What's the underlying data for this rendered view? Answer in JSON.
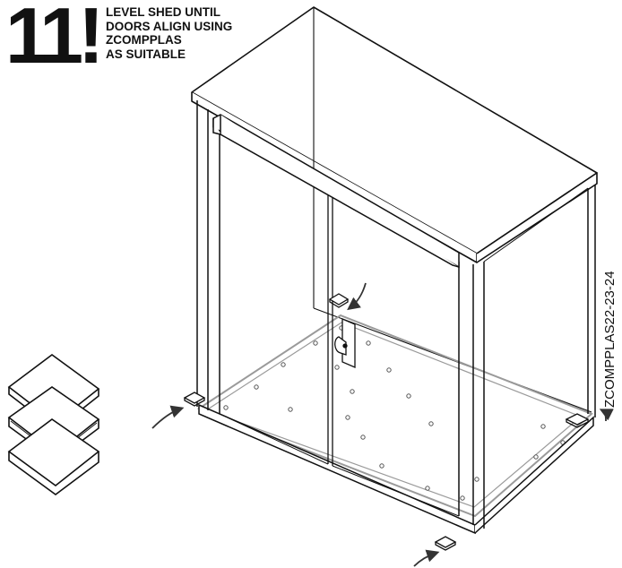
{
  "step": {
    "number": "11!",
    "instruction_lines": [
      "LEVEL SHED UNTIL",
      "DOORS ALIGN USING",
      "ZCOMPPLAS",
      "AS SUITABLE"
    ]
  },
  "part_code": "ZCOMPPLAS22-23-24",
  "icons": {
    "shim_stack": "stacked-shim-pads-icon",
    "arrow": "curved-arrow-icon",
    "shim": "shim-pad-icon"
  },
  "colors": {
    "line": "#111111",
    "floor": "#9a9a9a",
    "arrow": "#333333"
  }
}
